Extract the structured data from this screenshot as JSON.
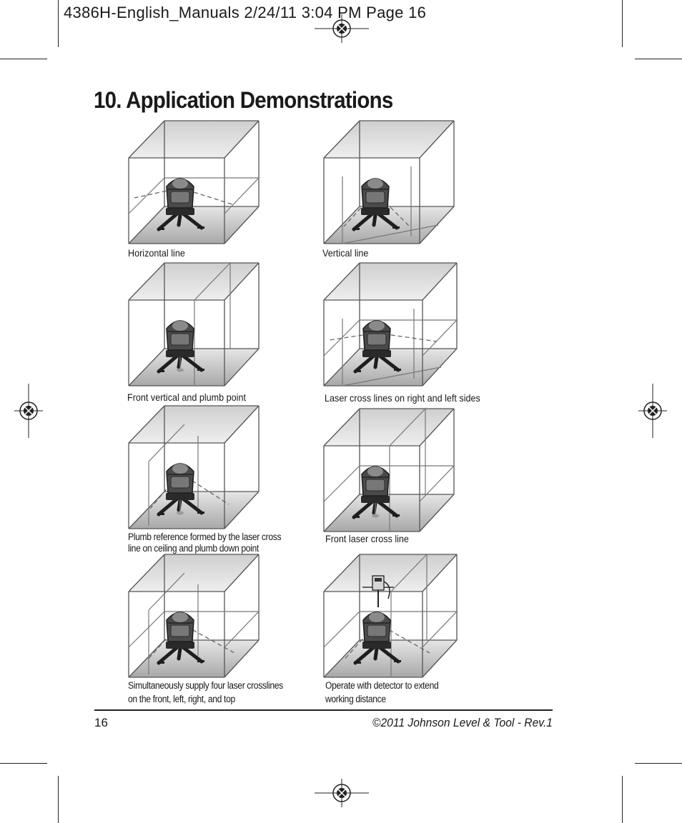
{
  "print_slug": "4386H-English_Manuals  2/24/11  3:04 PM  Page 16",
  "section_title": "10. Application Demonstrations",
  "figures": [
    {
      "caption": "Horizontal line"
    },
    {
      "caption": "Vertical line"
    },
    {
      "caption": "Front vertical and plumb point"
    },
    {
      "caption": "Laser cross lines on right and left sides"
    },
    {
      "caption_line1": "Plumb reference formed by the laser cross",
      "caption_line2": "line on ceiling and plumb down point"
    },
    {
      "caption": "Front laser cross line"
    },
    {
      "caption_line1": "Simultaneously supply four laser crosslines",
      "caption_line2": "on the front, left, right, and top"
    },
    {
      "caption_line1": "Operate with detector to extend",
      "caption_line2": "working distance"
    }
  ],
  "footer": {
    "page_number": "16",
    "copyright": "©2011 Johnson Level & Tool - Rev.1"
  },
  "icons": [
    "registration-mark-icon",
    "crop-mark-icon",
    "laser-level-icon",
    "tripod-icon",
    "detector-icon"
  ]
}
